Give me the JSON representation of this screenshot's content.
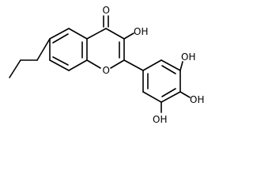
{
  "molecule": {
    "atoms": {
      "carbonyl_oxygen": "O",
      "hydroxyl_c3": "OH",
      "ring_oxygen": "O",
      "hydroxyl_3prime": "OH",
      "hydroxyl_4prime": "OH",
      "hydroxyl_5prime": "OH"
    }
  }
}
